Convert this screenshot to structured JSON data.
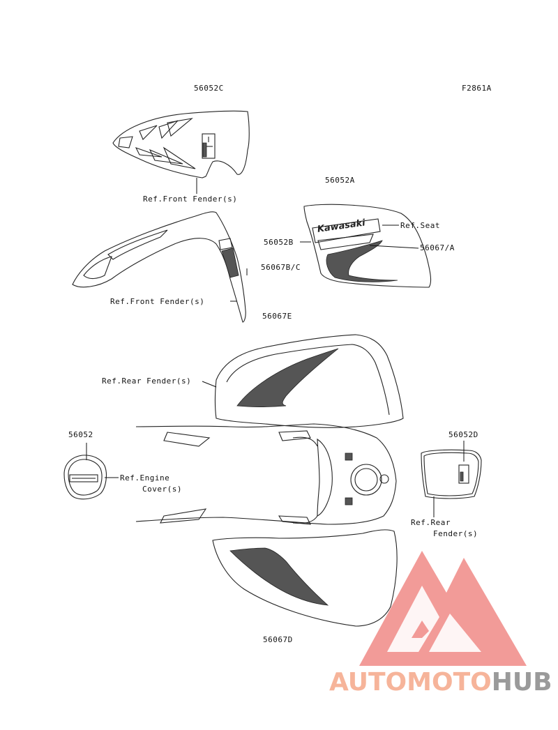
{
  "figure_code": "F2861A",
  "part_numbers": {
    "front_fender_top": "56052C",
    "side_cover": "56052A",
    "side_cover_logo": "56052B",
    "side_cover_stripe": "56067/A",
    "front_fender_side": "56067B/C",
    "front_fender_lower": "56067E",
    "engine_cover": "56052",
    "rear_fender_small": "56052D",
    "rear_fender_main": "56067D"
  },
  "references": {
    "front_fender_1": "Ref.Front Fender(s)",
    "seat": "Ref.Seat",
    "front_fender_2": "Ref.Front Fender(s)",
    "rear_fender_1": "Ref.Rear Fender(s)",
    "engine_cover_line1": "Ref.Engine",
    "engine_cover_line2": "Cover(s)",
    "rear_fender_2_line1": "Ref.Rear",
    "rear_fender_2_line2": "Fender(s)"
  },
  "badge_text": "Kawasaki",
  "watermark": {
    "part1": "AUTOMOTO",
    "part2": "HUB",
    "color_light": "#f6b49a",
    "color_dark": "#9a9a9a",
    "logo_color": "#f08a86"
  }
}
